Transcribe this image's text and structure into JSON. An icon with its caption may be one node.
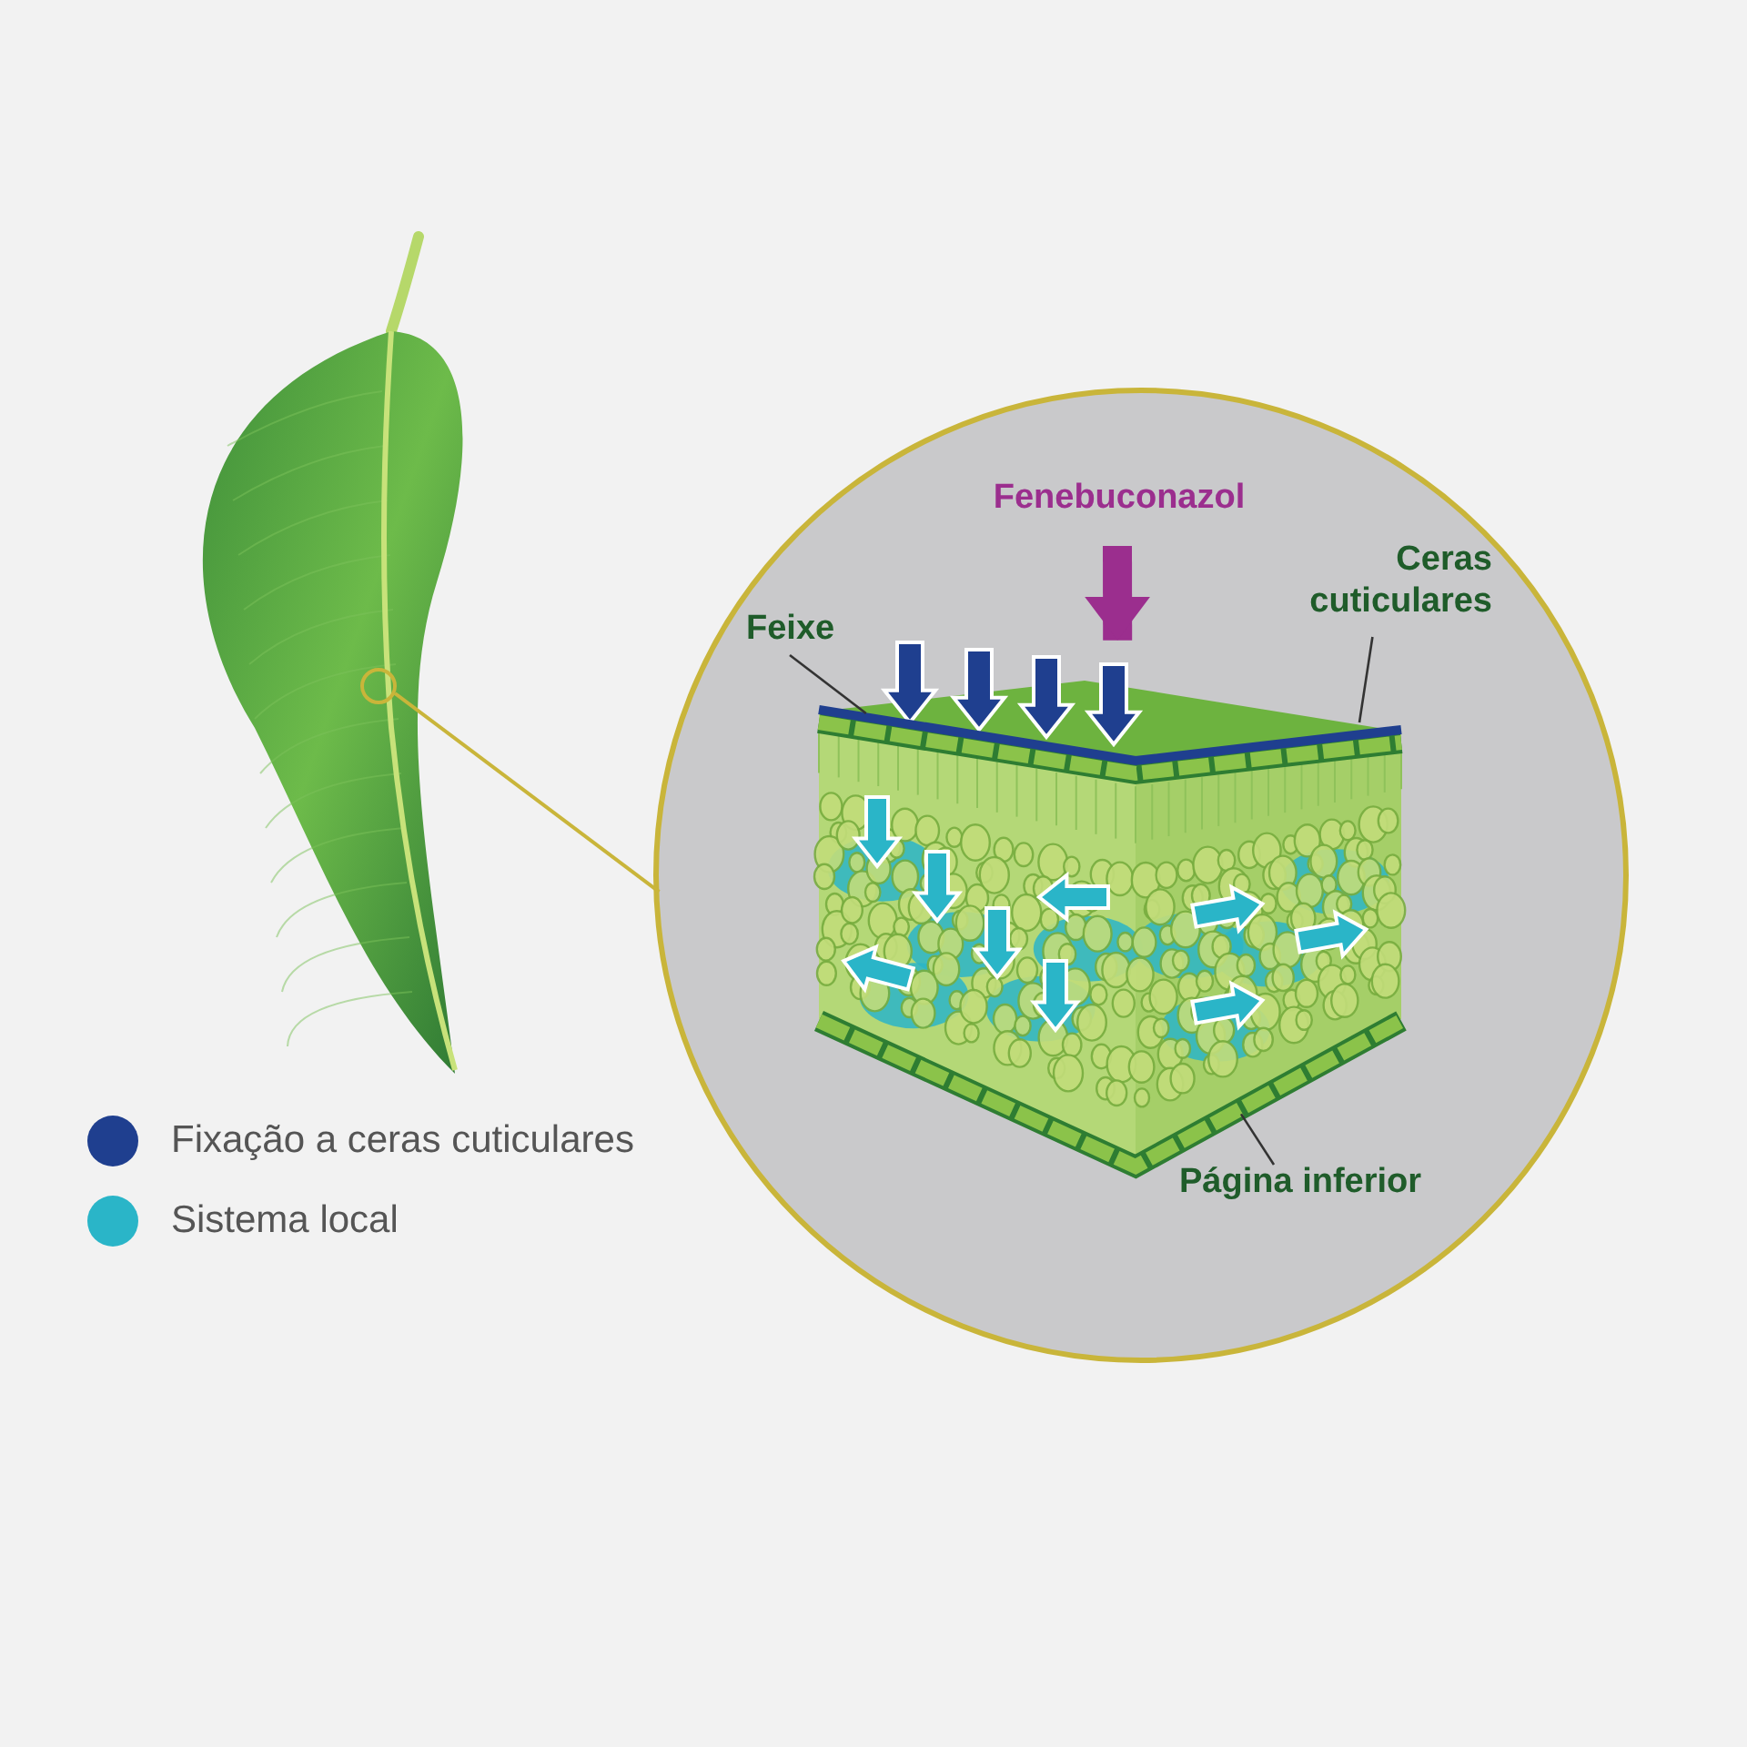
{
  "diagram": {
    "nodes": [
      {
        "text": [],
        "shape": "picture"
      },
      {
        "text": [],
        "shape": "circle",
        "in": 0
      },
      {
        "text": [],
        "shape": "circle"
      },
      {
        "text": [
          "Fenebuconazol"
        ],
        "in": 2
      },
      {
        "text": [],
        "shape": "picture",
        "in": 2
      },
      {
        "text": [
          "Feixe"
        ],
        "in": 2
      },
      {
        "text": [
          "Ceras cuticulares"
        ],
        "in": 2
      },
      {
        "text": [],
        "shape": "bar",
        "in": 4
      },
      {
        "text": [
          "Página inferior"
        ],
        "in": 2
      },
      {
        "text": [],
        "shape": "bar",
        "in": 4
      }
    ],
    "edges": [
      {
        "from": 1,
        "to": 2,
        "arrow": "none",
        "color": "#c9b53a"
      },
      {
        "from": 3,
        "to": 4,
        "arrow": "to",
        "style": "thick",
        "color": "#9b2e8e"
      },
      {
        "from": 5,
        "to": 7,
        "arrow": "none"
      },
      {
        "from": 6,
        "to": 7,
        "arrow": "none"
      },
      {
        "from": 8,
        "to": 9,
        "arrow": "none"
      }
    ],
    "legend": [
      {
        "text": "Fixação a ceras cuticulares",
        "color": "#1f3f8f"
      },
      {
        "text": "Sistema local",
        "color": "#2ab5c8"
      }
    ]
  }
}
